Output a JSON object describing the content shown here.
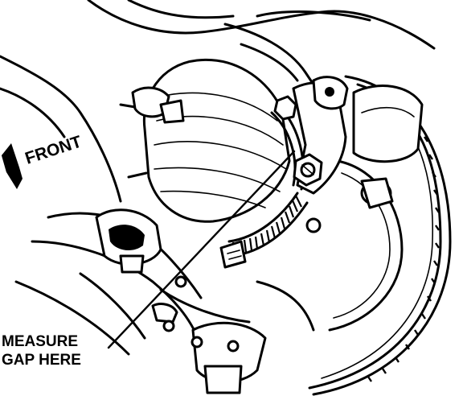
{
  "labels": {
    "front": "FRONT",
    "measure_line1": "MEASURE",
    "measure_line2": "GAP HERE"
  }
}
